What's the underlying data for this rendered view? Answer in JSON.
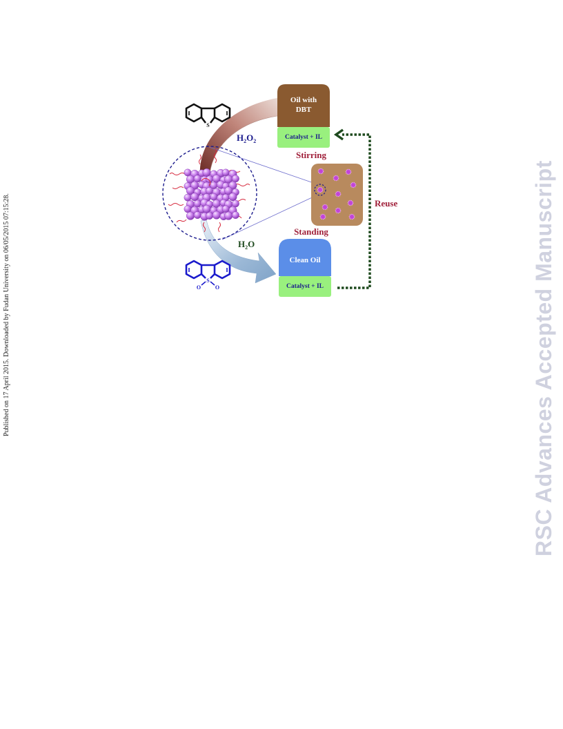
{
  "side_note": "Published on 17 April 2015. Downloaded by Fudan University on 06/05/2015 07:15:28.",
  "watermark": "RSC Advances Accepted Manuscript",
  "scheme": {
    "oil_with_dbt_line1": "Oil with",
    "oil_with_dbt_line2": "DBT",
    "catalyst_il_top": "Catalyst + IL",
    "h2o2_main": "H",
    "h2o2_sub1": "2",
    "h2o2_mid": "O",
    "h2o2_sub2": "2",
    "stirring": "Stirring",
    "standing": "Standing",
    "reuse": "Reuse",
    "h2o_main": "H",
    "h2o_sub": "2",
    "h2o_end": "O",
    "clean_oil": "Clean Oil",
    "catalyst_il_bottom": "Catalyst + IL",
    "dbt_s_atom": "S",
    "dbto2_s_atom": "S",
    "dbto2_o_left": "O",
    "dbto2_o_right": "O"
  },
  "colors": {
    "oil_brown": "#8a5a30",
    "catalyst_green": "#99f07e",
    "clean_oil_blue": "#5b8ee8",
    "tank_brown": "#b88a5e",
    "label_red": "#a0203a",
    "dark_blue": "#1a1a8c",
    "dark_green": "#1e4a1e",
    "particle_purple": "#c77be8"
  }
}
